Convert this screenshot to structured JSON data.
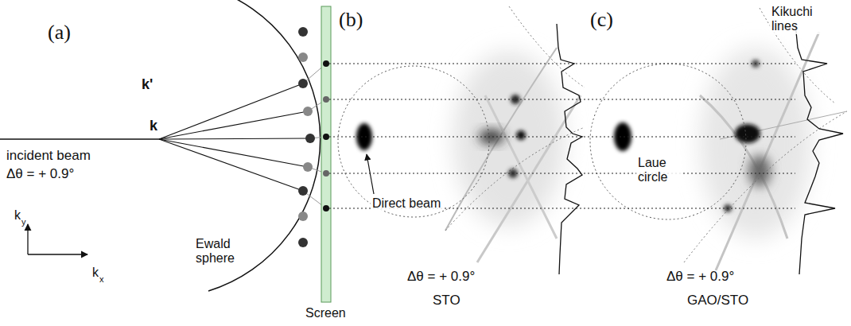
{
  "diagram": {
    "labels": [
      "(a)",
      "k'",
      "k",
      "incident beam",
      "Δθ = + 0.9°",
      "Ewald sphere",
      "k",
      "y",
      "k",
      "x",
      "Screen",
      "(b)",
      "Direct beam",
      "Δθ = + 0.9°",
      "STO",
      "(c)",
      "Kikuchi lines",
      "Laue circle",
      "Δθ = + 0.9°",
      "GAO/STO"
    ]
  }
}
